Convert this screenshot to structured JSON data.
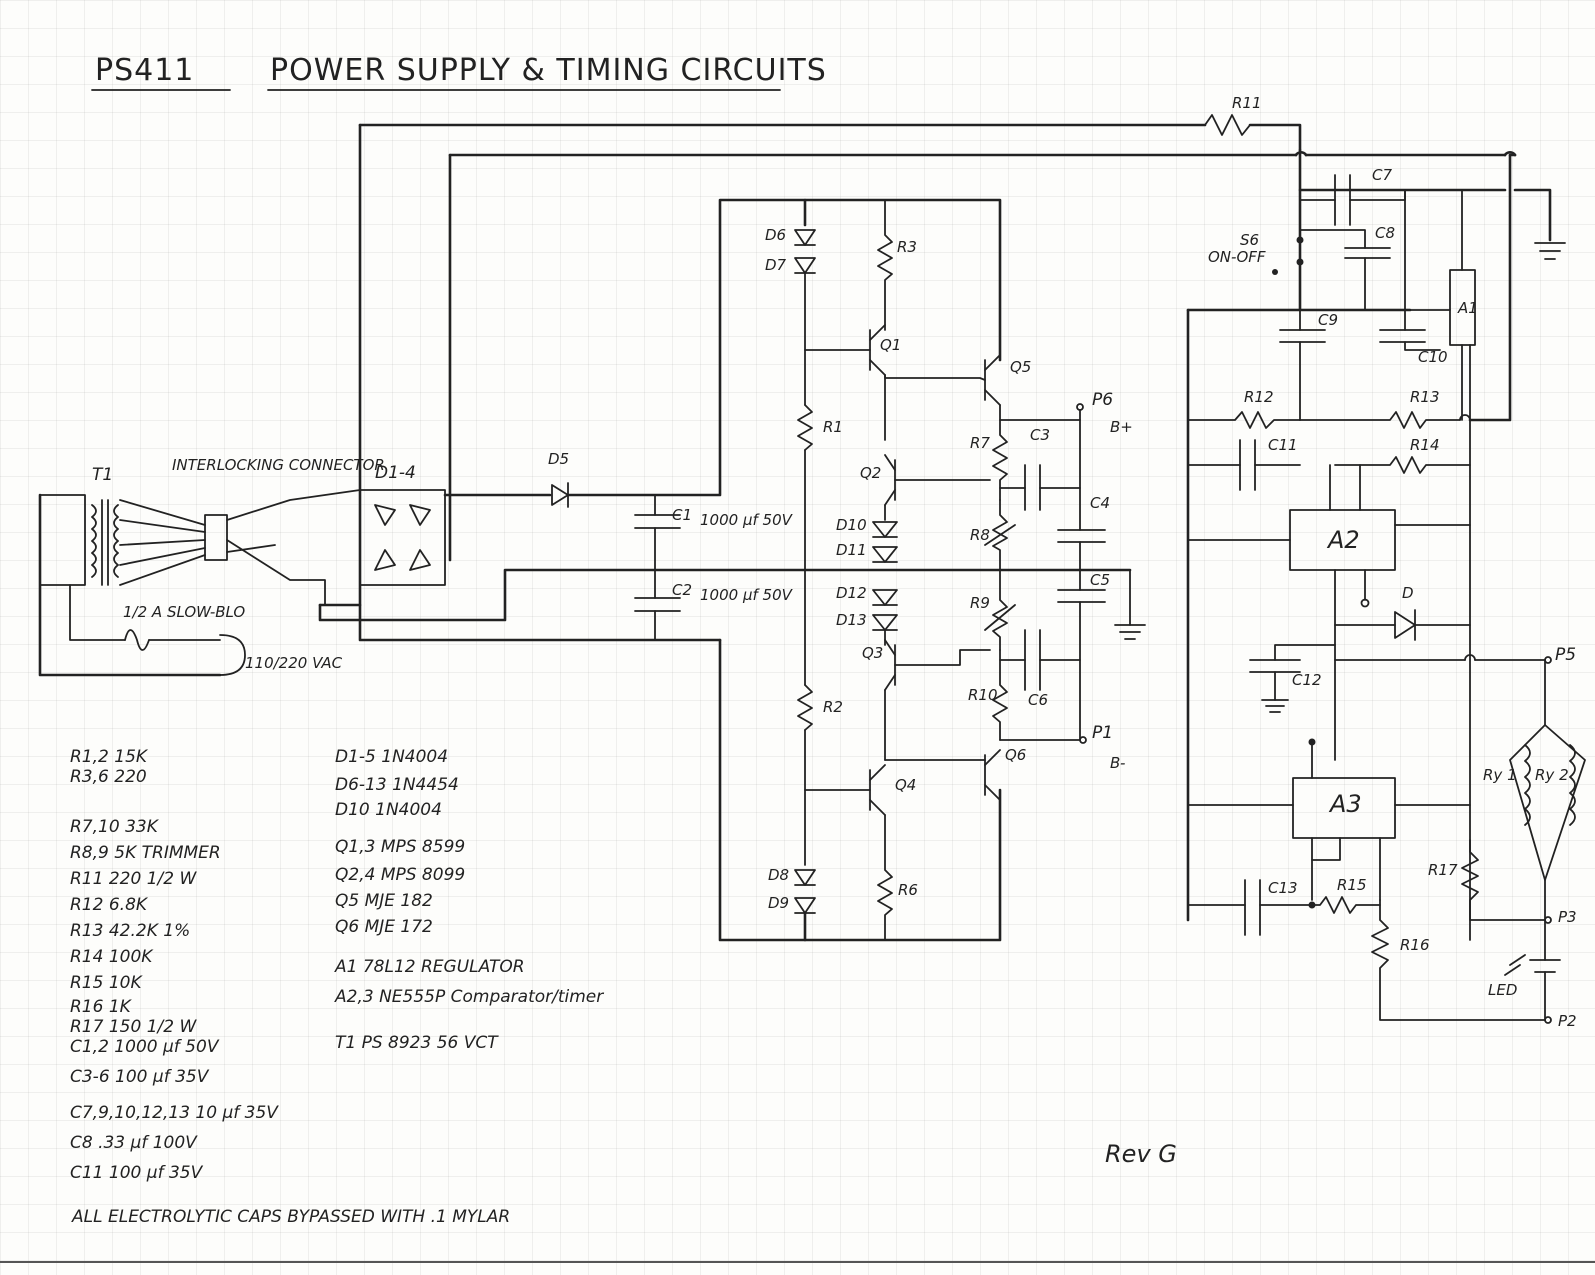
{
  "title": {
    "model": "PS411",
    "text": "POWER SUPPLY & TIMING CIRCUITS"
  },
  "revision": "Rev G",
  "footnote": "ALL ELECTROLYTIC CAPS BYPASSED WITH .1 MYLAR",
  "schematic": {
    "transformer": "T1",
    "connector": "INTERLOCKING CONNECTOR",
    "fuse": "1/2 A SLOW-BLO",
    "ac_input": "110/220 VAC",
    "switch": "S6",
    "switch_note": "ON-OFF",
    "bridge": "D1-4",
    "c1_value": "1000 µf 50V",
    "c2_value": "1000 µf 50V",
    "ports": {
      "p6": "P6",
      "p6_note": "B+",
      "p1": "P1",
      "p1_note": "B-",
      "p5": "P5",
      "p3": "P3",
      "p2": "P2",
      "led": "LED"
    },
    "labels": {
      "R11": "R11",
      "C7": "C7",
      "C8": "C8",
      "A1": "A1",
      "C9": "C9",
      "C10": "C10",
      "R12": "R12",
      "R13": "R13",
      "C11": "C11",
      "R14": "R14",
      "A2": "A2",
      "A3": "A3",
      "C12": "C12",
      "D": "D",
      "RY1": "Ry 1",
      "RY2": "Ry 2",
      "R17": "R17",
      "C13": "C13",
      "R15": "R15",
      "R16": "R16",
      "D6": "D6",
      "D7": "D7",
      "R3": "R3",
      "Q1": "Q1",
      "Q5": "Q5",
      "R1": "R1",
      "R7": "R7",
      "C3": "C3",
      "C4": "C4",
      "Q2": "Q2",
      "R8": "R8",
      "D10": "D10",
      "D11": "D11",
      "D12": "D12",
      "D13": "D13",
      "C5": "C5",
      "R9": "R9",
      "Q3": "Q3",
      "R10": "R10",
      "C6": "C6",
      "R2": "R2",
      "Q4": "Q4",
      "Q6": "Q6",
      "D8": "D8",
      "D9": "D9",
      "R6": "R6",
      "D5": "D5",
      "C1": "C1",
      "C2": "C2"
    }
  },
  "parts_list": {
    "resistors_caps": [
      "R1,2  15K",
      "R3,6  220",
      "R7,10  33K",
      "R8,9  5K TRIMMER",
      "R11  220 1/2 W",
      "R12  6.8K",
      "R13  42.2K 1%",
      "R14  100K",
      "R15  10K",
      "R16  1K",
      "R17  150 1/2 W",
      "C1,2  1000 µf 50V",
      "C3-6  100 µf 35V",
      "C7,9,10,12,13  10 µf 35V",
      "C8  .33 µf 100V",
      "C11  100 µf 35V"
    ],
    "semis": [
      "D1-5  1N4004",
      "D6-13  1N4454",
      "D10  1N4004",
      "Q1,3  MPS 8599",
      "Q2,4  MPS 8099",
      "Q5  MJE 182",
      "Q6  MJE 172",
      "A1  78L12  REGULATOR",
      "A2,3  NE555P  Comparator/timer",
      "T1  PS 8923  56 VCT"
    ]
  }
}
